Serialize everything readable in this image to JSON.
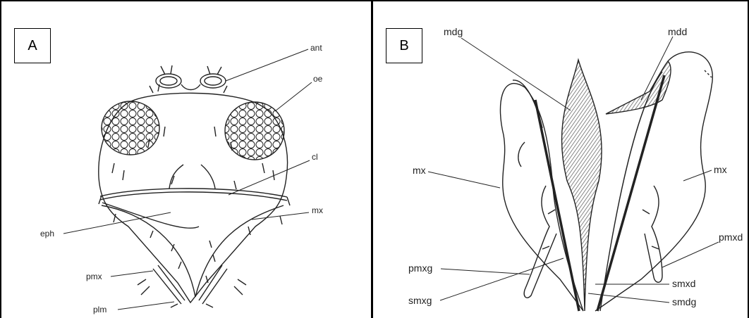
{
  "panels": [
    {
      "id": "A",
      "label": "A",
      "labels": [
        "ant",
        "oe",
        "cl",
        "mx",
        "eph",
        "pmx",
        "plm"
      ]
    },
    {
      "id": "B",
      "label": "B",
      "labels": [
        "mdg",
        "mdd",
        "mx",
        "mx",
        "pmxd",
        "pmxg",
        "smxd",
        "smxg",
        "smdg"
      ]
    }
  ],
  "colors": {
    "line": "#222222",
    "border": "#000000",
    "background": "#ffffff"
  }
}
